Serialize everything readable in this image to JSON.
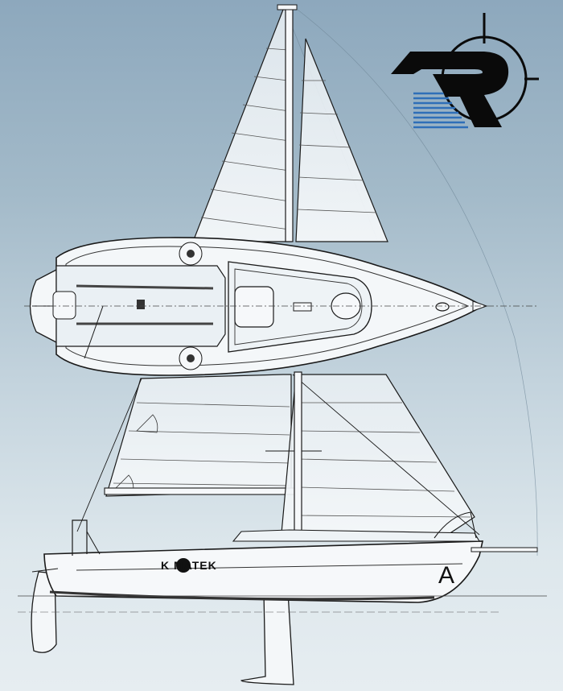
{
  "hull_name": "K  MATEK",
  "sail_letter": "A",
  "logo_letter": "R",
  "colors": {
    "background_top": "#8da8bd",
    "background_bottom": "#e6edf1",
    "line": "#1a1a1a",
    "sail_fill": "#eef3f6",
    "logo_black": "#0a0a0a",
    "logo_blue": "#2f6fb8"
  }
}
